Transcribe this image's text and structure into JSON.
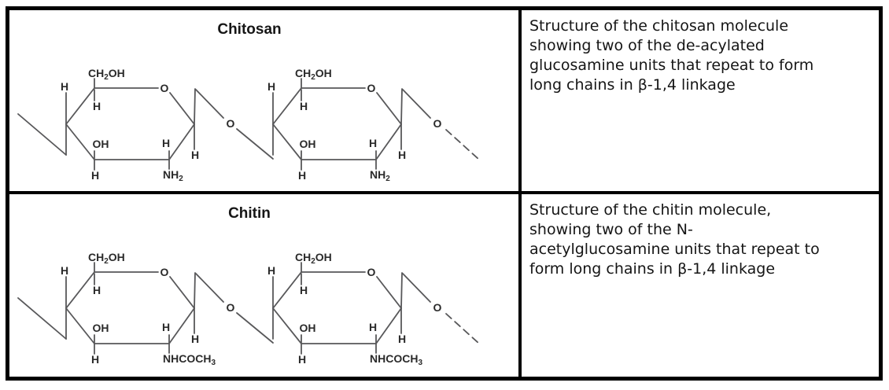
{
  "colors": {
    "table_border": "#000000",
    "bond_line": "#58585a",
    "atom_label": "#2a2a2a",
    "caption_text": "#151515"
  },
  "molecules": {
    "chitosan": {
      "title": "Chitosan",
      "caption": "Structure of the chitosan molecule\nshowing two of the de-acylated\nglucosamine units that repeat to form\nlong chains in β-1,4 linkage",
      "labels": {
        "ch2oh": {
          "pre": "CH",
          "sub": "2",
          "post": "OH"
        },
        "h": "H",
        "oh": "OH",
        "ring_o": "O",
        "glyco_o": "O",
        "amine": {
          "pre": "NH",
          "sub": "2"
        }
      }
    },
    "chitin": {
      "title": "Chitin",
      "caption": "Structure of the chitin molecule,\nshowing two of the N-\nacetylglucosamine units that repeat to\nform long chains in β-1,4 linkage",
      "labels": {
        "ch2oh": {
          "pre": "CH",
          "sub": "2",
          "post": "OH"
        },
        "h": "H",
        "oh": "OH",
        "ring_o": "O",
        "glyco_o": "O",
        "amine": {
          "pre": "NHCOCH",
          "sub": "3"
        }
      }
    }
  }
}
